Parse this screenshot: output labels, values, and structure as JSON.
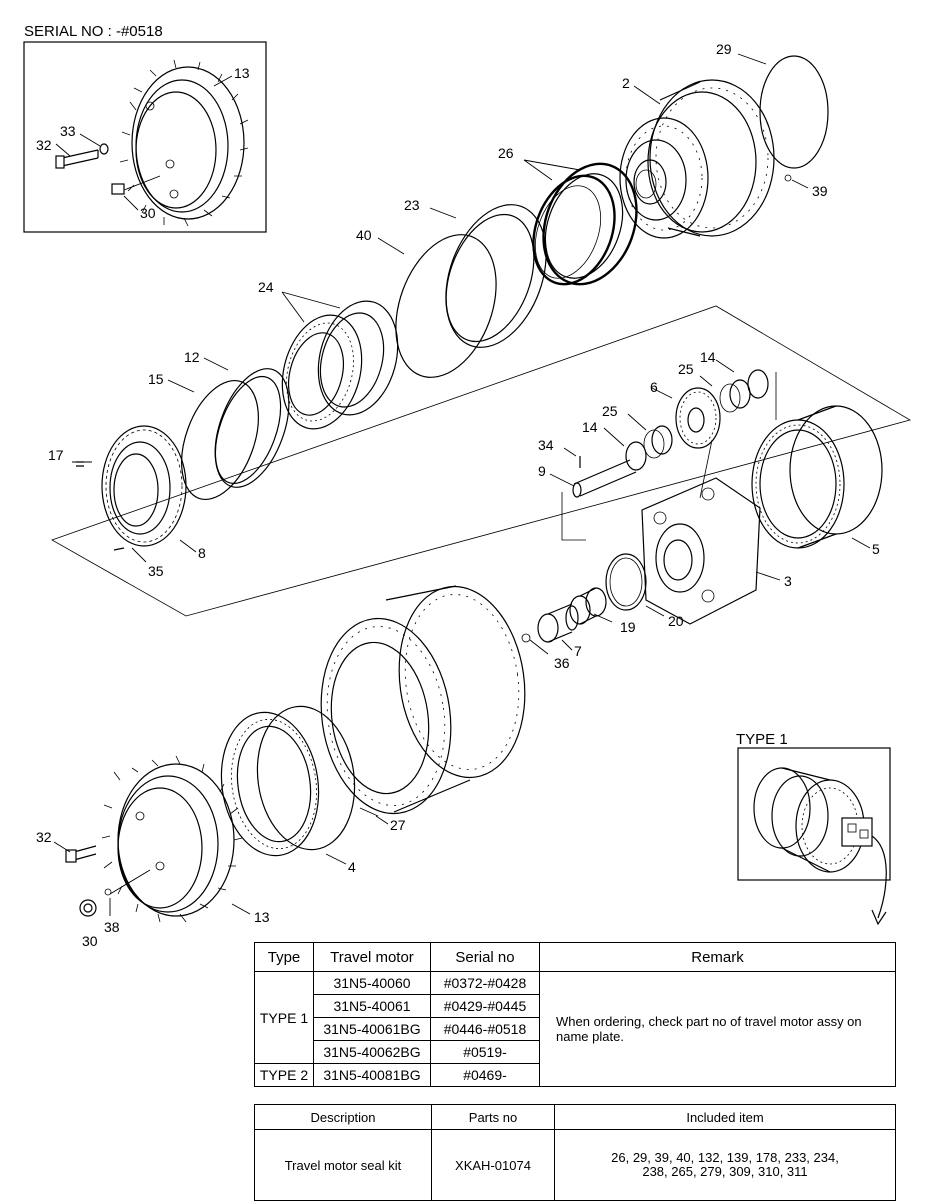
{
  "serial_header": "SERIAL NO : -#0518",
  "type1_label": "TYPE 1",
  "callouts": {
    "c2": "2",
    "c3": "3",
    "c4": "4",
    "c5": "5",
    "c6": "6",
    "c7": "7",
    "c8": "8",
    "c9": "9",
    "c12": "12",
    "c13a": "13",
    "c13b": "13",
    "c14a": "14",
    "c14b": "14",
    "c15": "15",
    "c17": "17",
    "c19": "19",
    "c20": "20",
    "c23": "23",
    "c24": "24",
    "c25a": "25",
    "c25b": "25",
    "c26": "26",
    "c27": "27",
    "c29": "29",
    "c30a": "30",
    "c30b": "30",
    "c32a": "32",
    "c32b": "32",
    "c33": "33",
    "c34": "34",
    "c35": "35",
    "c36": "36",
    "c38": "38",
    "c39": "39",
    "c40": "40"
  },
  "type_table": {
    "headers": [
      "Type",
      "Travel motor",
      "Serial no",
      "Remark"
    ],
    "type1": "TYPE 1",
    "type2": "TYPE 2",
    "rows": [
      {
        "motor": "31N5-40060",
        "serial": "#0372-#0428"
      },
      {
        "motor": "31N5-40061",
        "serial": "#0429-#0445"
      },
      {
        "motor": "31N5-40061BG",
        "serial": "#0446-#0518"
      },
      {
        "motor": "31N5-40062BG",
        "serial": "#0519-"
      },
      {
        "motor": "31N5-40081BG",
        "serial": "#0469-"
      }
    ],
    "remark": "When ordering, check part no of travel motor assy on name plate."
  },
  "kit_table": {
    "headers": [
      "Description",
      "Parts no",
      "Included item"
    ],
    "description": "Travel motor seal kit",
    "parts_no": "XKAH-01074",
    "items_line1": "26, 29, 39, 40, 132, 139, 178, 233, 234,",
    "items_line2": "238, 265, 279, 309, 310, 311"
  }
}
